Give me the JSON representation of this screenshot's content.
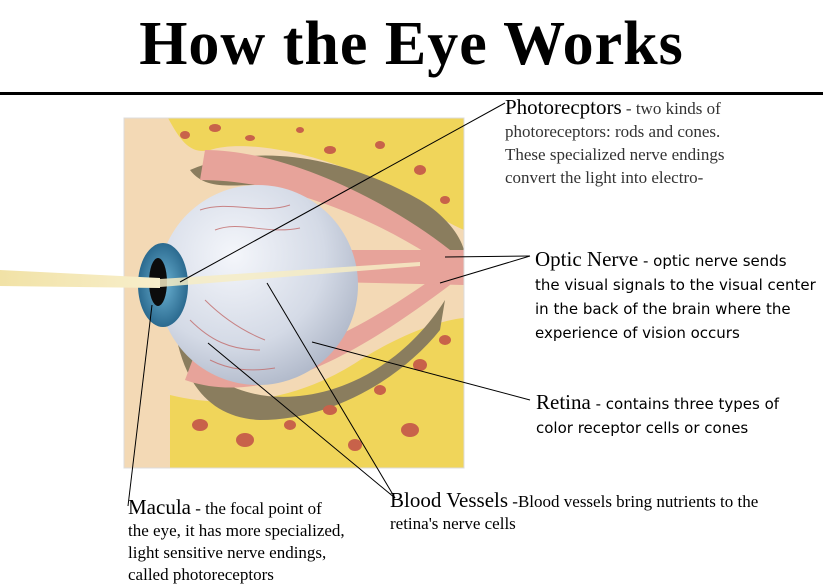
{
  "title": "How the Eye Works",
  "labels": {
    "photoreceptors": {
      "term": "Photorecptors",
      "lines": [
        " - two kinds of",
        "photoreceptors: rods and cones.",
        "These specialized nerve endings",
        "convert the light into electro-"
      ]
    },
    "optic_nerve": {
      "term": "Optic Nerve",
      "lines": [
        " - optic nerve sends",
        "the visual signals to the visual center",
        "in the back of the brain where the",
        "experience of vision occurs"
      ]
    },
    "retina": {
      "term": "Retina",
      "lines": [
        " - contains three types of",
        "color receptor cells or cones"
      ]
    },
    "blood_vessels": {
      "term": "Blood Vessels",
      "lines": [
        " -Blood vessels bring nutrients to the",
        "retina's nerve cells"
      ]
    },
    "macula": {
      "term": "Macula",
      "lines": [
        " - the focal point of",
        "the eye, it has more specialized,",
        "light sensitive nerve endings,",
        "called photoreceptors"
      ]
    }
  },
  "colors": {
    "skin": "#f3d9b5",
    "bone": "#f0d55a",
    "bone_pore": "#c8624a",
    "muscle": "#e7a39a",
    "dark_tissue": "#8a7d5e",
    "sclera": "#cdd5e4",
    "iris": "#3e83a8",
    "light_beam": "#f4e7b0"
  }
}
